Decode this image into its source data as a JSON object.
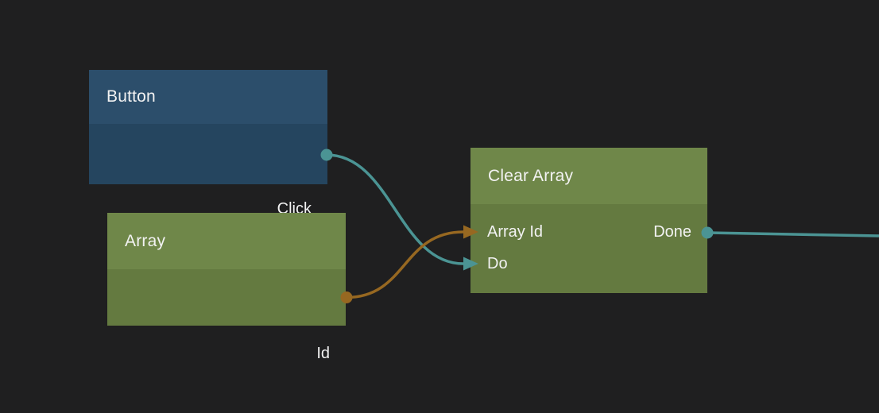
{
  "editor": {
    "kind": "visual-scripting-node-graph",
    "background_color": "#1f1f20",
    "text_color": "#f2f2f2"
  },
  "colors": {
    "button_node_header": "#2c4e6b",
    "button_node_body": "#25455f",
    "green_node_header": "#6f8749",
    "green_node_body": "#647a40",
    "exec_port": "#4b9494",
    "data_port": "#976821"
  },
  "nodes": [
    {
      "title": "Button",
      "color": "blue",
      "inputs": [],
      "outputs": [
        {
          "label": "Click",
          "type": "exec"
        }
      ]
    },
    {
      "title": "Array",
      "color": "green",
      "inputs": [],
      "outputs": [
        {
          "label": "Id",
          "type": "data"
        }
      ]
    },
    {
      "title": "Clear Array",
      "color": "green",
      "inputs": [
        {
          "label": "Array Id",
          "type": "data"
        },
        {
          "label": "Do",
          "type": "exec"
        }
      ],
      "outputs": [
        {
          "label": "Done",
          "type": "exec"
        }
      ]
    }
  ],
  "connections": [
    {
      "from": "Button.Click",
      "to": "Clear Array.Do",
      "type": "exec"
    },
    {
      "from": "Array.Id",
      "to": "Clear Array.Array Id",
      "type": "data"
    },
    {
      "from": "Clear Array.Done",
      "to": "offscreen-right",
      "type": "exec"
    }
  ]
}
